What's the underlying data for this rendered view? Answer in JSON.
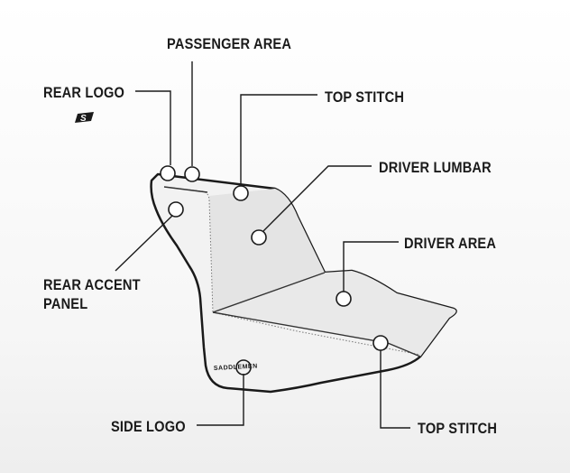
{
  "colors": {
    "ink": "#1a1a1a",
    "panel": "#e6e6e6",
    "background": "#f4f4f4"
  },
  "callouts": {
    "passenger_area": "PASSENGER AREA",
    "rear_logo": "REAR LOGO",
    "top_stitch_upper": "TOP STITCH",
    "driver_lumbar": "DRIVER LUMBAR",
    "driver_area": "DRIVER AREA",
    "rear_accent_panel": "REAR ACCENT PANEL",
    "side_logo": "SIDE LOGO",
    "top_stitch_lower": "TOP STITCH"
  },
  "brand": {
    "side_logo_text": "SADDLEMEN",
    "rear_logo_mark": "S"
  }
}
